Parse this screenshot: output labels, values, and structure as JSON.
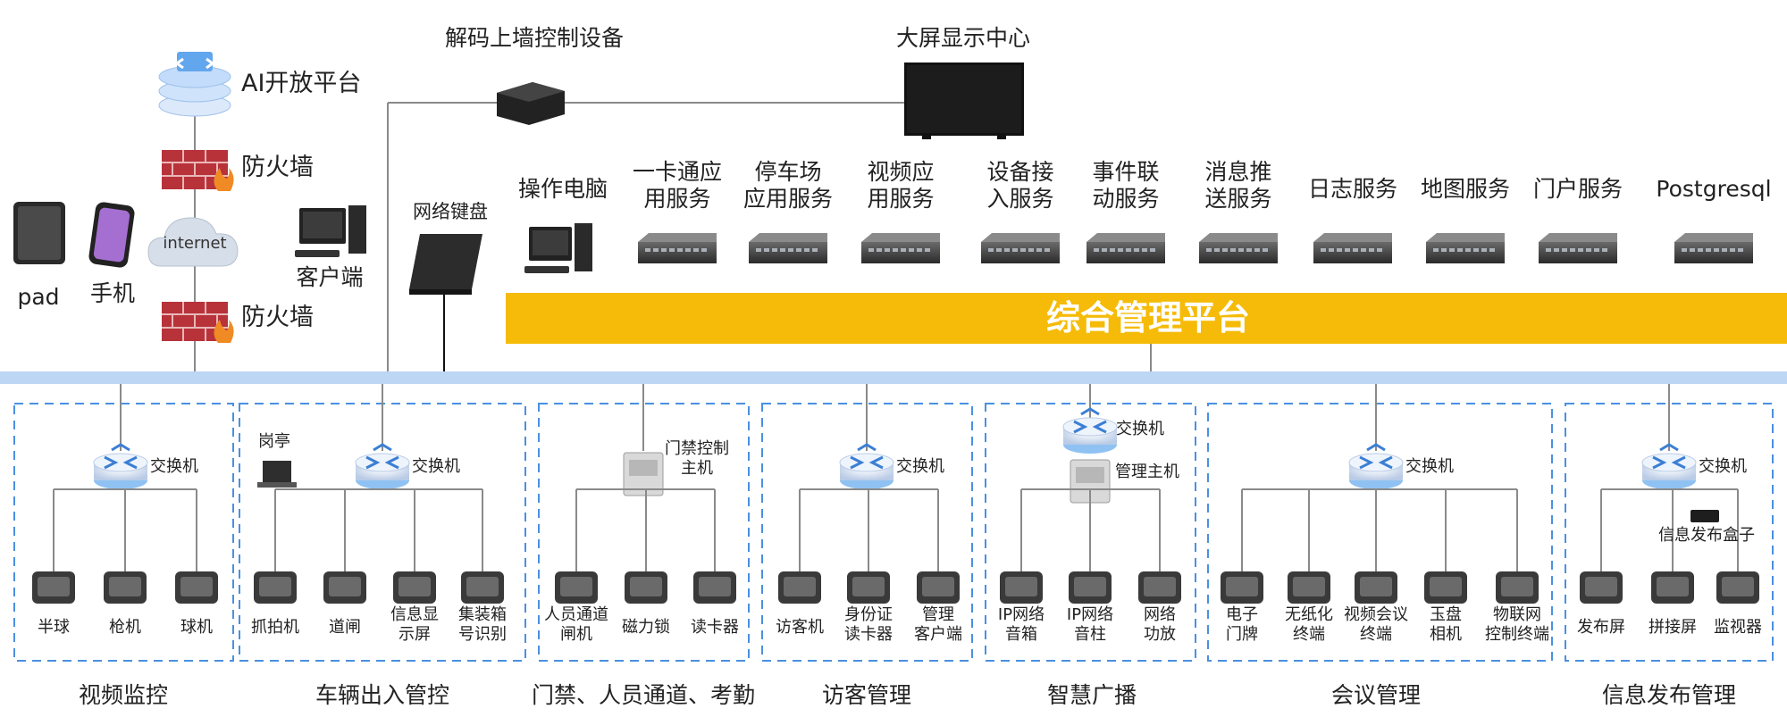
{
  "top": {
    "ai_platform": "AI开放平台",
    "firewall_top": "防火墙",
    "internet": "internet",
    "firewall_bottom": "防火墙",
    "pad": "pad",
    "phone": "手机",
    "client": "客户端",
    "decoder": "解码上墙控制设备",
    "big_screen": "大屏显示中心",
    "keyboard": "网络键盘",
    "operator_pc": "操作电脑"
  },
  "servers": [
    {
      "label": "一卡通应\n用服务"
    },
    {
      "label": "停车场\n应用服务"
    },
    {
      "label": "视频应\n用服务"
    },
    {
      "label": "设备接\n入服务"
    },
    {
      "label": "事件联\n动服务"
    },
    {
      "label": "消息推\n送服务"
    },
    {
      "label": "日志服务"
    },
    {
      "label": "地图服务"
    },
    {
      "label": "门户服务"
    },
    {
      "label": "Postgresql"
    }
  ],
  "platform": {
    "label": "综合管理平台"
  },
  "groups": [
    {
      "title": "视频监控",
      "hub": "交换机",
      "devices": [
        "半球",
        "枪机",
        "球机"
      ]
    },
    {
      "title": "车辆出入管控",
      "hub": "交换机",
      "extra": "岗亭",
      "devices": [
        "抓拍机",
        "道闸",
        "信息显\n示屏",
        "集装箱\n号识别"
      ]
    },
    {
      "title": "门禁、人员通道、考勤",
      "hub": "门禁控制\n主机",
      "devices": [
        "人员通道\n闸机",
        "磁力锁",
        "读卡器"
      ]
    },
    {
      "title": "访客管理",
      "hub": "交换机",
      "devices": [
        "访客机",
        "身份证\n读卡器",
        "管理\n客户端"
      ]
    },
    {
      "title": "智慧广播",
      "hub": "交换机",
      "hub2": "管理主机",
      "devices": [
        "IP网络\n音箱",
        "IP网络\n音柱",
        "网络\n功放"
      ]
    },
    {
      "title": "会议管理",
      "hub": "交换机",
      "devices": [
        "电子\n门牌",
        "无纸化\n终端",
        "视频会议\n终端",
        "玉盘\n相机",
        "物联网\n控制终端"
      ]
    },
    {
      "title": "信息发布管理",
      "hub": "交换机",
      "extra": "信息发布盒子",
      "devices": [
        "发布屏",
        "拼接屏",
        "监视器"
      ]
    }
  ],
  "colors": {
    "platform": "#f5bb08",
    "backbone": "#bcd6f4",
    "group_border": "#4a90e2",
    "line": "#8a8a8a",
    "firewall": "#b8323a"
  }
}
